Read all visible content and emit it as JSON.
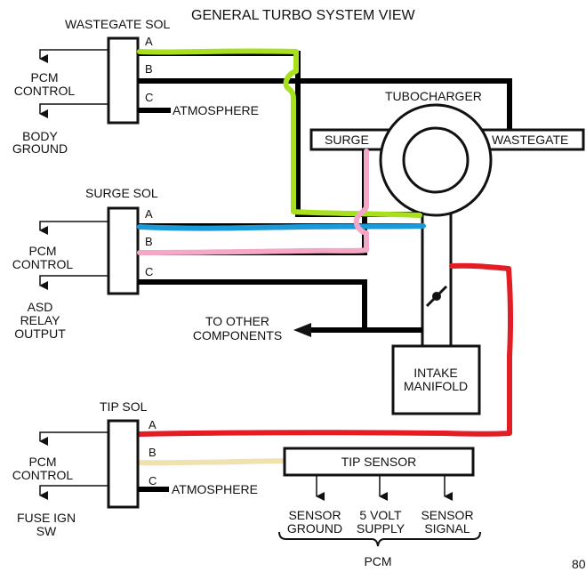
{
  "title": "GENERAL TURBO SYSTEM VIEW",
  "page_number": "80",
  "colors": {
    "green": "#a8e01e",
    "blue": "#1a9ad8",
    "pink": "#f4a7c6",
    "red": "#e21d26",
    "tan": "#efe2b0"
  },
  "solenoids": [
    {
      "name": "WASTEGATE SOL",
      "pins": [
        "A",
        "B",
        "C"
      ],
      "left_labels": {
        "top": [
          "PCM",
          "CONTROL"
        ],
        "bottom": [
          "BODY",
          "GROUND"
        ]
      },
      "pin_c_label": "ATMOSPHERE"
    },
    {
      "name": "SURGE SOL",
      "pins": [
        "A",
        "B",
        "C"
      ],
      "left_labels": {
        "top": [
          "PCM",
          "CONTROL"
        ],
        "bottom": [
          "ASD",
          "RELAY",
          "OUTPUT"
        ]
      },
      "pin_c_label": "TO OTHER COMPONENTS"
    },
    {
      "name": "TIP SOL",
      "pins": [
        "A",
        "B",
        "C"
      ],
      "left_labels": {
        "top": [
          "PCM",
          "CONTROL"
        ],
        "bottom": [
          "FUSE IGN",
          "SW"
        ]
      },
      "pin_c_label": "ATMOSPHERE"
    }
  ],
  "turbocharger": {
    "label": "TUBOCHARGER",
    "surge_port": "SURGE",
    "wastegate_port": "WASTEGATE"
  },
  "intake_manifold": [
    "INTAKE",
    "MANIFOLD"
  ],
  "to_other_components": [
    "TO OTHER",
    "COMPONENTS"
  ],
  "tip_sensor": {
    "label": "TIP SENSOR",
    "outputs": [
      [
        "SENSOR",
        "GROUND"
      ],
      [
        "5 VOLT",
        "SUPPLY"
      ],
      [
        "SENSOR",
        "SIGNAL"
      ]
    ],
    "group_label": "PCM"
  }
}
